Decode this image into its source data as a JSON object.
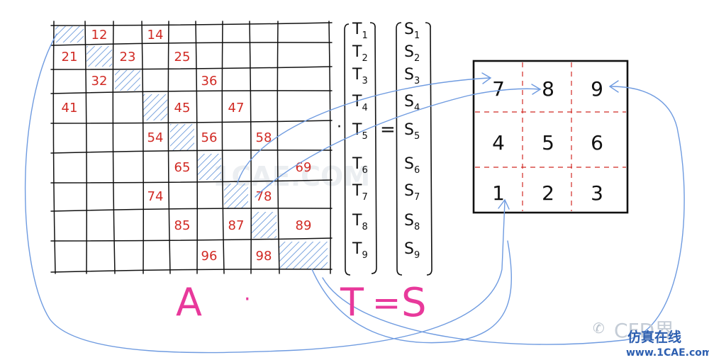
{
  "matrix": {
    "entries": [
      {
        "label": "12",
        "row": 1,
        "col": 2
      },
      {
        "label": "14",
        "row": 1,
        "col": 4
      },
      {
        "label": "21",
        "row": 2,
        "col": 1
      },
      {
        "label": "23",
        "row": 2,
        "col": 3
      },
      {
        "label": "25",
        "row": 2,
        "col": 5
      },
      {
        "label": "32",
        "row": 3,
        "col": 2
      },
      {
        "label": "36",
        "row": 3,
        "col": 6
      },
      {
        "label": "41",
        "row": 4,
        "col": 1
      },
      {
        "label": "45",
        "row": 4,
        "col": 5
      },
      {
        "label": "47",
        "row": 4,
        "col": 7
      },
      {
        "label": "54",
        "row": 5,
        "col": 4
      },
      {
        "label": "56",
        "row": 5,
        "col": 6
      },
      {
        "label": "58",
        "row": 5,
        "col": 8
      },
      {
        "label": "65",
        "row": 6,
        "col": 5
      },
      {
        "label": "69",
        "row": 6,
        "col": 9
      },
      {
        "label": "74",
        "row": 7,
        "col": 4
      },
      {
        "label": "78",
        "row": 7,
        "col": 8
      },
      {
        "label": "85",
        "row": 8,
        "col": 5
      },
      {
        "label": "87",
        "row": 8,
        "col": 7
      },
      {
        "label": "89",
        "row": 8,
        "col": 9
      },
      {
        "label": "96",
        "row": 9,
        "col": 6
      },
      {
        "label": "98",
        "row": 9,
        "col": 8
      }
    ]
  },
  "t_vector": {
    "letter": "T",
    "subscripts": [
      "1",
      "2",
      "3",
      "4",
      "5",
      "6",
      "7",
      "8",
      "9"
    ]
  },
  "s_vector": {
    "letter": "S",
    "subscripts": [
      "1",
      "2",
      "3",
      "4",
      "5",
      "6",
      "7",
      "8",
      "9"
    ]
  },
  "operators": {
    "dot": "·",
    "equals": "="
  },
  "equation": {
    "a": "A",
    "dot": "·",
    "t": "T",
    "equals": "=",
    "s": "S"
  },
  "grid_cells": {
    "rows": [
      [
        "7",
        "8",
        "9"
      ],
      [
        "4",
        "5",
        "6"
      ],
      [
        "1",
        "2",
        "3"
      ]
    ]
  },
  "watermark": {
    "brand": "CFD界",
    "chinese": "仿真在线",
    "site": "www.1CAE.com",
    "middle": "1CAE.COM"
  },
  "colors": {
    "ink": "#111111",
    "red": "#d12a24",
    "blue": "#6f9be0",
    "pink": "#e8399b",
    "hatch": "#5b8fd6"
  }
}
